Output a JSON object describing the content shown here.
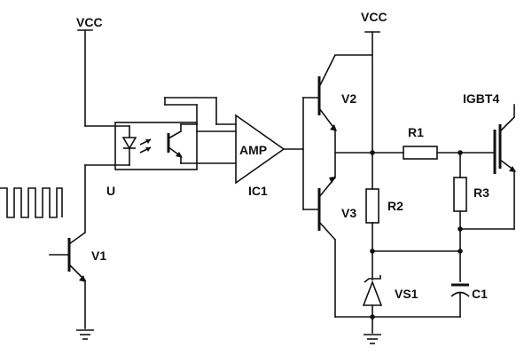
{
  "diagram": {
    "labels": {
      "vcc_left": "VCC",
      "vcc_right": "VCC",
      "optocoupler": "U",
      "amplifier": "AMP",
      "ic": "IC1",
      "transistor_v1": "V1",
      "transistor_v2": "V2",
      "transistor_v3": "V3",
      "resistor_r1": "R1",
      "resistor_r2": "R2",
      "resistor_r3": "R3",
      "zener_vs1": "VS1",
      "capacitor_c1": "C1",
      "igbt": "IGBT4"
    },
    "colors": {
      "ink": "#111111",
      "background": "#ffffff"
    }
  }
}
